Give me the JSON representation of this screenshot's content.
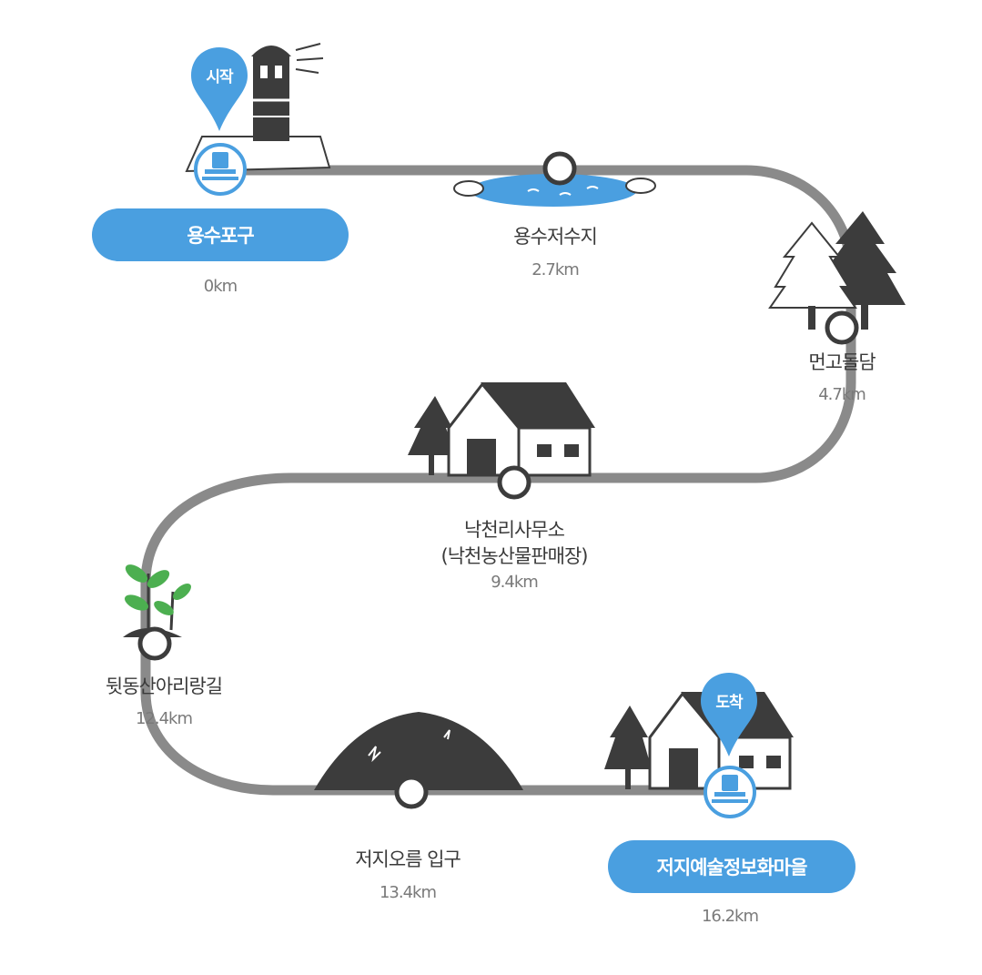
{
  "start_badge": "시작",
  "end_badge": "도착",
  "stops": [
    {
      "name": "용수포구",
      "distance": "0km"
    },
    {
      "name": "용수저수지",
      "distance": "2.7km"
    },
    {
      "name": "먼고돌담",
      "distance": "4.7km"
    },
    {
      "name": "낙천리사무소",
      "subname": "(낙천농산물판매장)",
      "distance": "9.4km"
    },
    {
      "name": "뒷동산아리랑길",
      "distance": "12.4km"
    },
    {
      "name": "저지오름 입구",
      "distance": "13.4km"
    },
    {
      "name": "저지예술정보화마을",
      "distance": "16.2km"
    }
  ],
  "colors": {
    "route": "#8a8a8a",
    "accent": "#4a9fe0",
    "illustration": "#3c3c3c",
    "water": "#4a9fe0",
    "leaf": "#4caf50"
  }
}
